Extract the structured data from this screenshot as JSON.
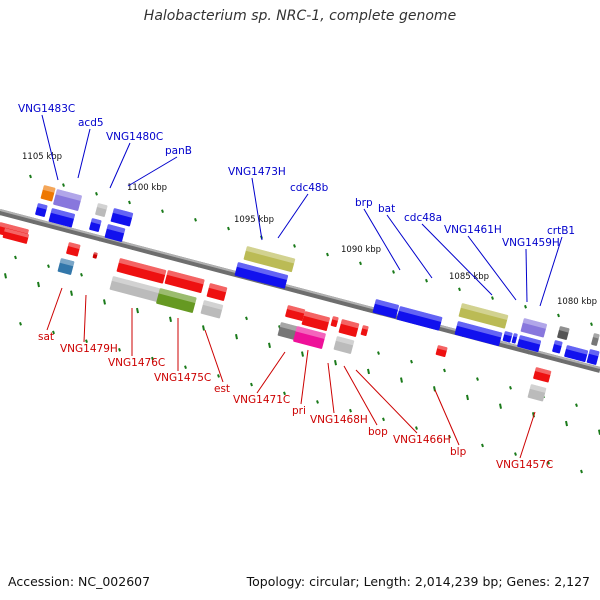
{
  "title": "Halobacterium sp. NRC-1, complete genome",
  "footer": {
    "accession": "Accession: NC_002607",
    "summary": "Topology: circular; Length: 2,014,239 bp; Genes: 2,127"
  },
  "colors": {
    "top_label": "#0000cc",
    "bottom_label": "#cc0000",
    "tick": "#1a7a1a",
    "backbone": "#888888"
  },
  "kbp_labels": [
    "1105 kbp",
    "1100 kbp",
    "1095 kbp",
    "1090 kbp",
    "1085 kbp",
    "1080 kbp"
  ],
  "top_genes": [
    "VNG1483C",
    "acd5",
    "VNG1480C",
    "panB",
    "VNG1473H",
    "cdc48b",
    "brp",
    "bat",
    "cdc48a",
    "VNG1461H",
    "VNG1459H",
    "crtB1"
  ],
  "bottom_genes": [
    "sat",
    "VNG1479H",
    "VNG1476C",
    "VNG1475C",
    "est",
    "VNG1471C",
    "pri",
    "VNG1468H",
    "bop",
    "VNG1466H",
    "blp",
    "VNG1457C"
  ]
}
